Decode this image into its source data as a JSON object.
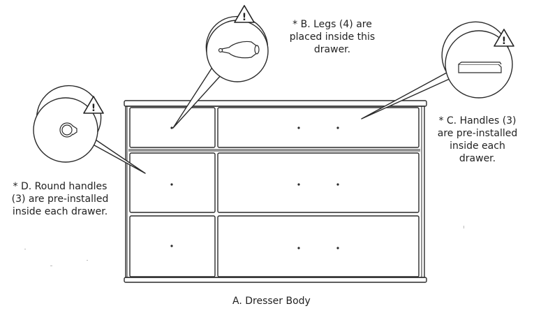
{
  "labels": {
    "legs": "* B. Legs (4) are\nplaced inside this\ndrawer.",
    "handles": "* C. Handles (3)\nare pre-installed\ninside each\ndrawer.",
    "round_handles": "* D. Round handles\n(3) are pre-installed\ninside each drawer.",
    "body": "A. Dresser Body"
  },
  "warning_symbol": "!",
  "icons": {
    "legs_callout": "leg-icon",
    "handles_callout": "bar-handle-icon",
    "round_handles_callout": "round-knob-icon",
    "warning": "warning-triangle-icon"
  }
}
